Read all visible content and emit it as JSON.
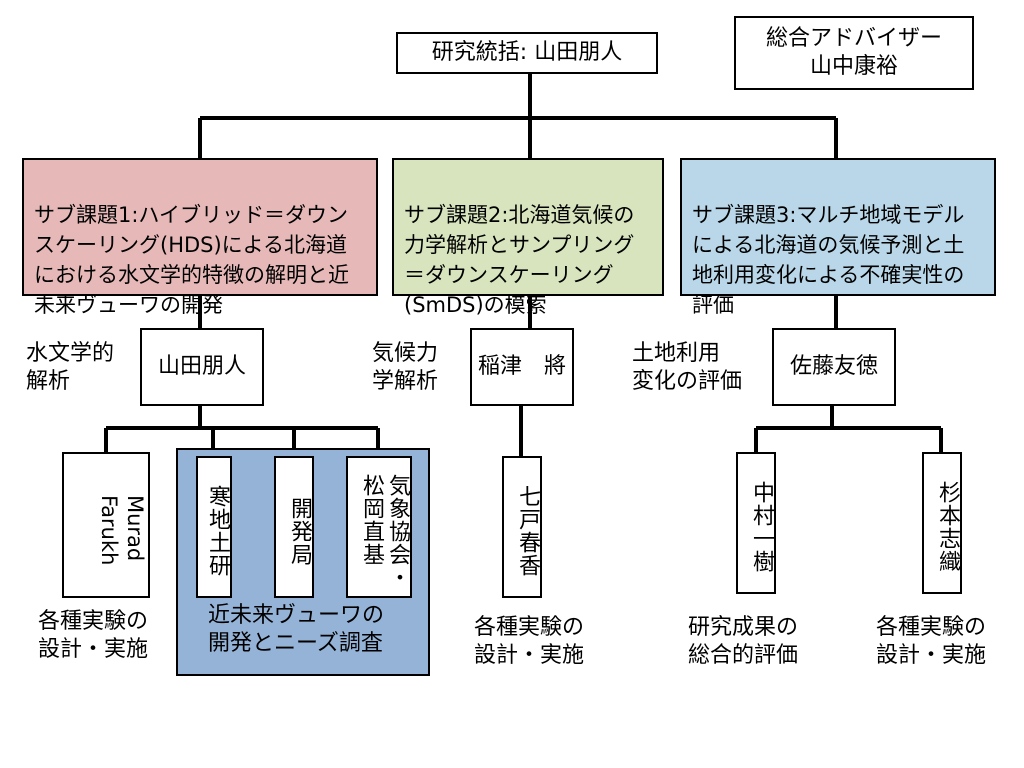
{
  "top": {
    "director": "研究統括: 山田朋人",
    "advisor": "総合アドバイザー\n山中康裕"
  },
  "subtasks": [
    {
      "text": "サブ課題1:ハイブリッド＝ダウンスケーリング(HDS)による北海道における水文学的特徴の解明と近未来ヴューワの開発",
      "color": "#e6b9b8"
    },
    {
      "text": "サブ課題2:北海道気候の力学解析とサンプリング＝ダウンスケーリング(SmDS)の模索",
      "color": "#d7e4bd"
    },
    {
      "text": "サブ課題3:マルチ地域モデルによる北海道の気候予測と土地利用変化による不確実性の評価",
      "color": "#b9d7e8"
    }
  ],
  "leaders": [
    {
      "role": "水文学的\n解析",
      "name": "山田朋人"
    },
    {
      "role": "気候力\n学解析",
      "name": "稲津　將"
    },
    {
      "role": "土地利用\n変化の評価",
      "name": "佐藤友徳"
    }
  ],
  "members": {
    "murad": "Murad\nFarukh",
    "kanchi": "寒地土研",
    "kaihatsu": "開発局",
    "kisho": "気象協会・\n松岡直基",
    "nanato": "七戸春香",
    "nakamura": "中村一樹",
    "sugimoto": "杉本志織"
  },
  "group_label": "近未来ヴューワの\n開発とニーズ調査",
  "group_color": "#95b3d7",
  "tasks": {
    "t1": "各種実験の\n設計・実施",
    "t2": "各種実験の\n設計・実施",
    "t3": "研究成果の\n総合的評価",
    "t4": "各種実験の\n設計・実施"
  }
}
